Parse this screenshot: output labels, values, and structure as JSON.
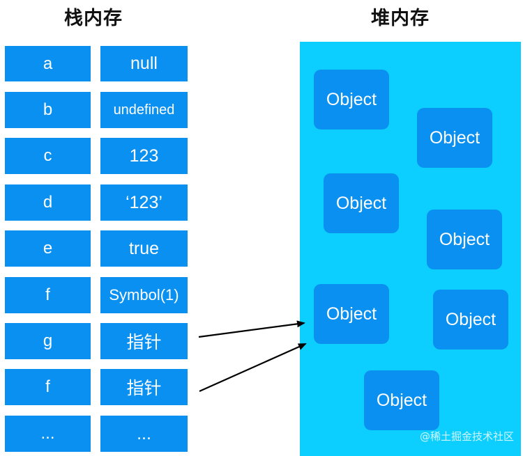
{
  "titles": {
    "stack": "栈内存",
    "heap": "堆内存"
  },
  "stack": {
    "rows": [
      {
        "name": "a",
        "value": "null"
      },
      {
        "name": "b",
        "value": "undefined"
      },
      {
        "name": "c",
        "value": "123"
      },
      {
        "name": "d",
        "value": "‘123’"
      },
      {
        "name": "e",
        "value": "true"
      },
      {
        "name": "f",
        "value": "Symbol(1)"
      },
      {
        "name": "g",
        "value": "指针"
      },
      {
        "name": "f",
        "value": "指针"
      },
      {
        "name": "...",
        "value": "..."
      }
    ]
  },
  "heap": {
    "objects": [
      "Object",
      "Object",
      "Object",
      "Object",
      "Object",
      "Object",
      "Object"
    ]
  },
  "watermark": "@稀土掘金技术社区",
  "colors": {
    "cell": "#0a90f0",
    "heap_background": "#0dcfff",
    "arrow": "#000000"
  }
}
